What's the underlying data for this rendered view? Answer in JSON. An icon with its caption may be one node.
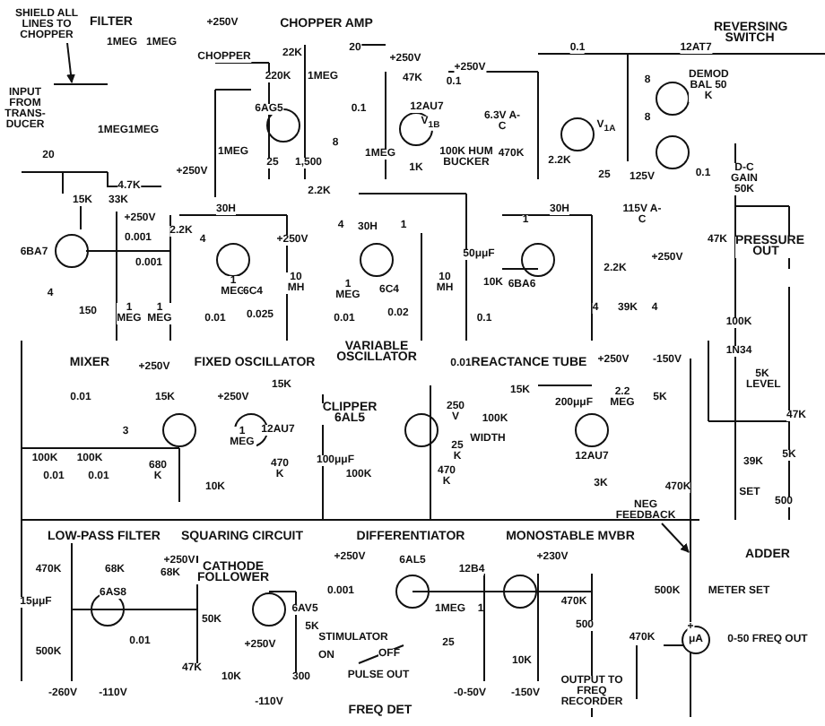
{
  "diagram": {
    "nodes": [
      {
        "text": [
          "SHIELD ALL LINES TO CHOPPER"
        ]
      },
      {
        "text": [
          "NEG FEEDBACK"
        ]
      },
      {
        "text": [
          "μA"
        ]
      },
      {
        "text": [],
        "shape": "line"
      },
      {
        "text": [],
        "shape": "line"
      }
    ],
    "edges": [
      {
        "from": 0,
        "to": 3,
        "arrow": "to"
      },
      {
        "from": 1,
        "to": 4,
        "arrow": "to"
      }
    ],
    "labels": [
      "FILTER",
      "1MEG",
      "1MEG",
      "INPUT FROM TRANS-DUCER",
      "1MEG",
      "1MEG",
      "CHOPPER",
      "20",
      "1MEG",
      "4.7K",
      "+250V",
      "15K",
      "33K",
      "+250V",
      "30H",
      "0.001",
      "2.2K",
      "4",
      "6BA7",
      "0.001",
      "4",
      "1 MEG",
      "6C4",
      "150",
      "1 MEG",
      "1 MEG",
      "0.01",
      "0.025",
      "MIXER",
      "+250V",
      "FIXED OSCILLATOR",
      "+250V",
      "CHOPPER AMP",
      "22K",
      "20",
      "+250V",
      "+250V",
      "220K",
      "1MEG",
      "47K",
      "0.1",
      "6AG5",
      "0.1",
      "12AU7",
      "V$_{1B}$",
      "8",
      "6.3V A-C",
      "25",
      "1,500",
      "1MEG",
      "100K HUM BUCKER",
      "470K",
      "1K",
      "V$_{1A}$",
      "2.2K",
      "25",
      "0.1",
      "12AT7",
      "DEMOD BAL 50 K",
      "8",
      "8",
      "REVERSING SWITCH",
      "125V",
      "115V A-C",
      "0.1",
      "D-C GAIN 50K",
      "47K",
      "PRESSURE OUT",
      "2.2K",
      "4",
      "30H",
      "1",
      "+250V",
      "10 MH",
      "1 MEG",
      "6C4",
      "10 MH",
      "0.01",
      "0.02",
      "VARIABLE OSCILLATOR",
      "0.01",
      "REACTANCE TUBE",
      "1",
      "50μμF",
      "10K",
      "6BA6",
      "0.1",
      "30H",
      "+250V",
      "2.2K",
      "4",
      "39K",
      "4",
      "+250V",
      "-150V",
      "100K",
      "1N34",
      "5K LEVEL",
      "47K",
      "5K",
      "39K",
      "SET",
      "500",
      "ADDER",
      "0.01",
      "15K",
      "+250V",
      "15K",
      "3",
      "100K",
      "100K",
      "0.01",
      "0.01",
      "680 K",
      "1 MEG",
      "12AU7",
      "470 K",
      "10K",
      "CLIPPER 6AL5",
      "100μμF",
      "100K",
      "250 V",
      "100K",
      "15K",
      "25 K",
      "WIDTH",
      "470 K",
      "200μμF",
      "2.2 MEG",
      "5K",
      "12AU7",
      "3K",
      "470K",
      "LOW-PASS FILTER",
      "SQUARING CIRCUIT",
      "DIFFERENTIATOR",
      "MONOSTABLE MVBR",
      "470K",
      "68K",
      "+250V",
      "68K",
      "CATHODE FOLLOWER",
      "15μμF",
      "6AS8",
      "6AV5",
      "0.01",
      "50K",
      "+250V",
      "500K",
      "47K",
      "10K",
      "-260V",
      "-110V",
      "-110V",
      "+250V",
      "6AL5",
      "0.001",
      "12B4",
      "+230V",
      "1MEG",
      "1",
      "5K",
      "STIMULATOR",
      "ON",
      "OFF",
      "300",
      "PULSE OUT",
      "25",
      "10K",
      "-0-50V",
      "-150V",
      "FREQ DET",
      "470K",
      "500",
      "500K",
      "METER SET",
      "470K",
      "+",
      "0-50 FREQ OUT",
      "OUTPUT TO FREQ RECORDER"
    ]
  }
}
